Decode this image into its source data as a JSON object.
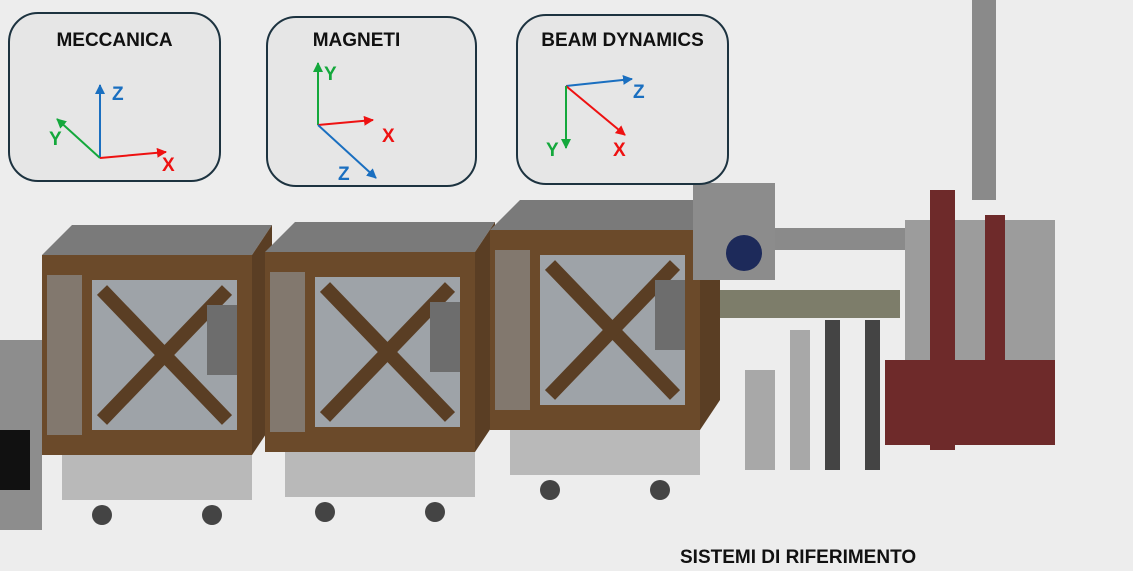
{
  "frames": [
    {
      "title": "MECCANICA",
      "axes": {
        "x": "X",
        "y": "Y",
        "z": "Z"
      }
    },
    {
      "title": "MAGNETI",
      "axes": {
        "x": "X",
        "y": "Y",
        "z": "Z"
      }
    },
    {
      "title": "BEAM DYNAMICS",
      "axes": {
        "x": "X",
        "y": "Y",
        "z": "Z"
      }
    }
  ],
  "caption": "SISTEMI DI RIFERIMENTO",
  "colors": {
    "x": "#ee1111",
    "y": "#14a83c",
    "z": "#1a6fc0",
    "magnet": "#6b4a2a",
    "steel": "#9a9a9a",
    "dark_red": "#6e2a2a"
  }
}
